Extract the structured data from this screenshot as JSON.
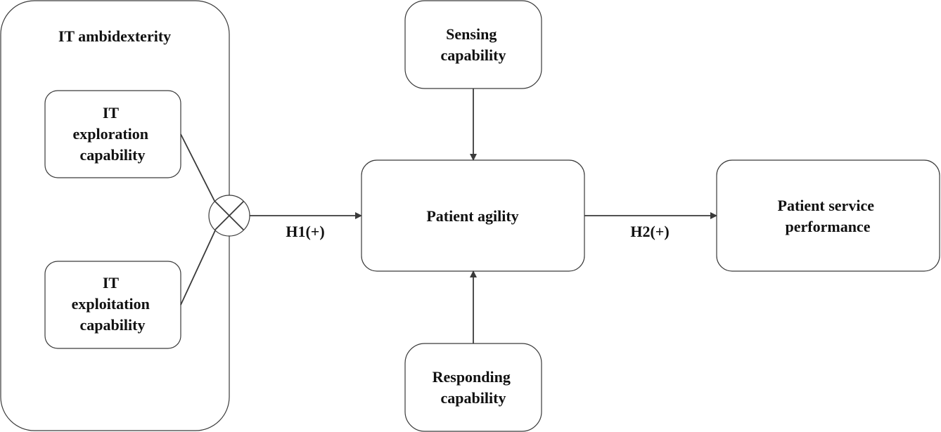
{
  "container": {
    "title": "IT ambidexterity"
  },
  "nodes": {
    "exploration": [
      "IT",
      "exploration",
      "capability"
    ],
    "exploitation": [
      "IT",
      "exploitation",
      "capability"
    ],
    "sensing": [
      "Sensing",
      "capability"
    ],
    "agility": [
      "Patient agility"
    ],
    "responding": [
      "Responding",
      "capability"
    ],
    "performance": [
      "Patient service",
      "performance"
    ]
  },
  "edges": {
    "h1": "H1(+)",
    "h2": "H2(+)"
  },
  "colors": {
    "stroke": "#3a3a3a",
    "text": "#111111",
    "background": "#ffffff"
  }
}
